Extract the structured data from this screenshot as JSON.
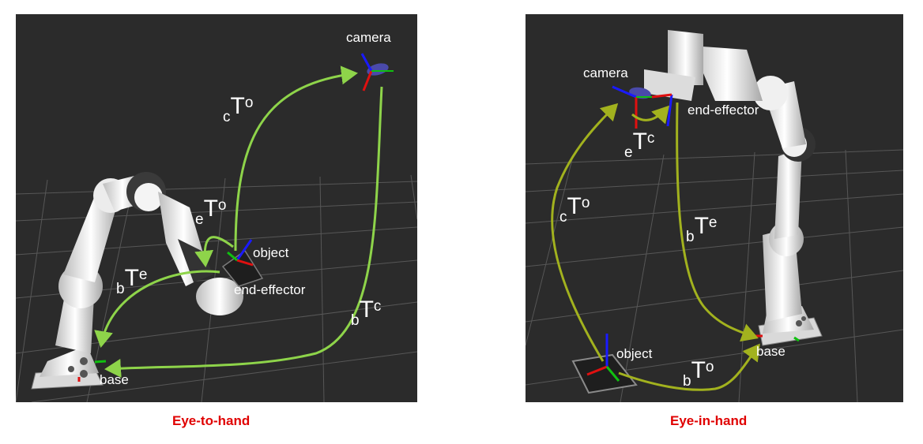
{
  "eye_to_hand": {
    "caption": "Eye-to-hand",
    "labels": {
      "camera": "camera",
      "object": "object",
      "end_effector": "end-effector",
      "base": "base"
    },
    "transforms": {
      "c_T_o": {
        "sub": "c",
        "main": "T",
        "sup": "o"
      },
      "e_T_o": {
        "sub": "e",
        "main": "T",
        "sup": "o"
      },
      "b_T_e": {
        "sub": "b",
        "main": "T",
        "sup": "e"
      },
      "b_T_c": {
        "sub": "b",
        "main": "T",
        "sup": "c"
      }
    },
    "arrow_color": "#8ed44a"
  },
  "eye_in_hand": {
    "caption": "Eye-in-hand",
    "labels": {
      "camera": "camera",
      "end_effector": "end-effector",
      "object": "object",
      "base": "base"
    },
    "transforms": {
      "e_T_c": {
        "sub": "e",
        "main": "T",
        "sup": "c"
      },
      "c_T_o": {
        "sub": "c",
        "main": "T",
        "sup": "o"
      },
      "b_T_e": {
        "sub": "b",
        "main": "T",
        "sup": "e"
      },
      "b_T_o": {
        "sub": "b",
        "main": "T",
        "sup": "o"
      }
    },
    "arrow_color": "#a2b21e"
  },
  "colors": {
    "background": "#2b2b2b",
    "caption": "#e00000",
    "axis_x": "#e01010",
    "axis_y": "#10c010",
    "axis_z": "#1a1aff"
  }
}
